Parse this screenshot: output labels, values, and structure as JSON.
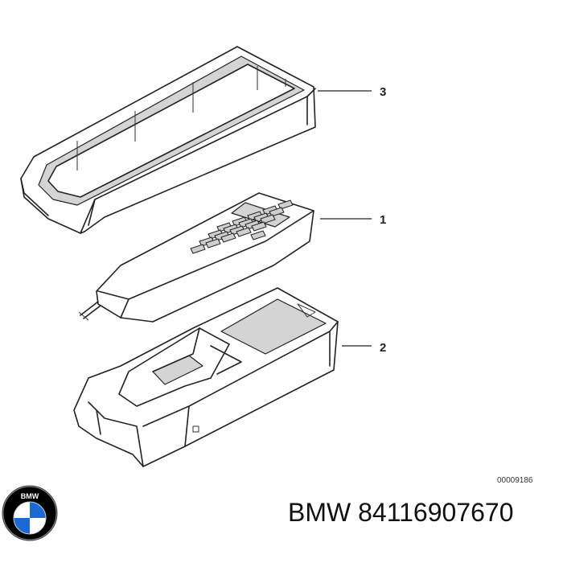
{
  "callouts": [
    {
      "label": "3"
    },
    {
      "label": "1"
    },
    {
      "label": "2"
    }
  ],
  "reference_code": "00009186",
  "caption": "BMW 84116907670",
  "logo": {
    "text": "BMW",
    "colors": {
      "blue": "#1c69d4",
      "white": "#ffffff",
      "black": "#000000"
    }
  }
}
